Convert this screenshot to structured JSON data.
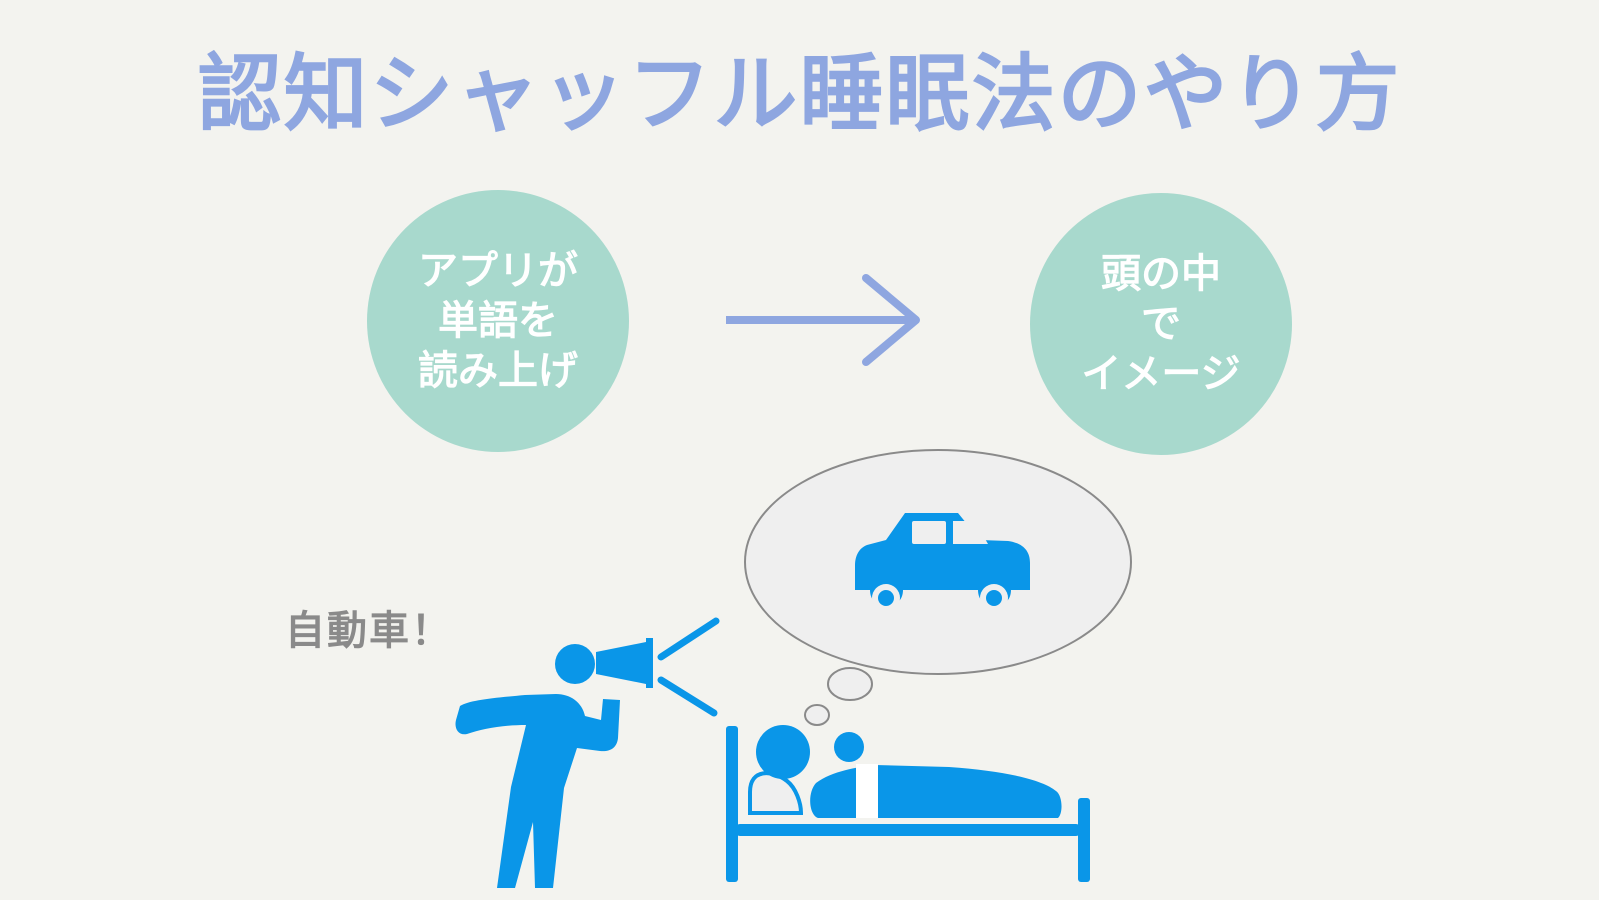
{
  "title": "認知シャッフル睡眠法のやり方",
  "diagram": {
    "left_step": {
      "lines": [
        "アプリが",
        "単語を",
        "読み上げ"
      ]
    },
    "right_step": {
      "lines": [
        "頭の中",
        "で",
        "イメージ"
      ]
    },
    "speech": "自動車！"
  },
  "colors": {
    "background": "#f3f3ef",
    "title": "#8ea6e0",
    "circle_fill": "#a8d9cd",
    "circle_text": "#ffffff",
    "arrow": "#8ea6e0",
    "icon_blue": "#0a96e8",
    "thought_bubble_fill": "#efefef",
    "thought_bubble_stroke": "#8a8a8a",
    "speech_text": "#8a8a8a"
  },
  "icons": {
    "megaphone_person": "person-with-megaphone-icon",
    "sleeping_person": "sleeping-person-in-bed-icon",
    "car": "car-icon",
    "thought_bubble": "thought-bubble-icon"
  }
}
